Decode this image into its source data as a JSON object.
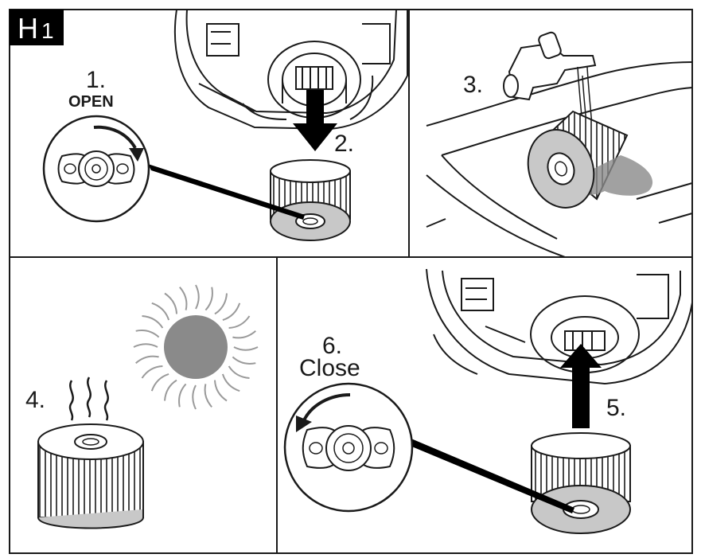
{
  "badge": {
    "letter": "H",
    "number": "1"
  },
  "steps": {
    "open_number": "1.",
    "open_label": "OPEN",
    "step2": "2.",
    "step3": "3.",
    "step4": "4.",
    "step5": "5.",
    "close_number": "6.",
    "close_label": "Close"
  },
  "colors": {
    "line": "#1a1a1a",
    "filter_cap": "#c8c8c8",
    "sun": "#8a8a8a",
    "water": "#8a8a8a",
    "badge_bg": "#000000"
  }
}
